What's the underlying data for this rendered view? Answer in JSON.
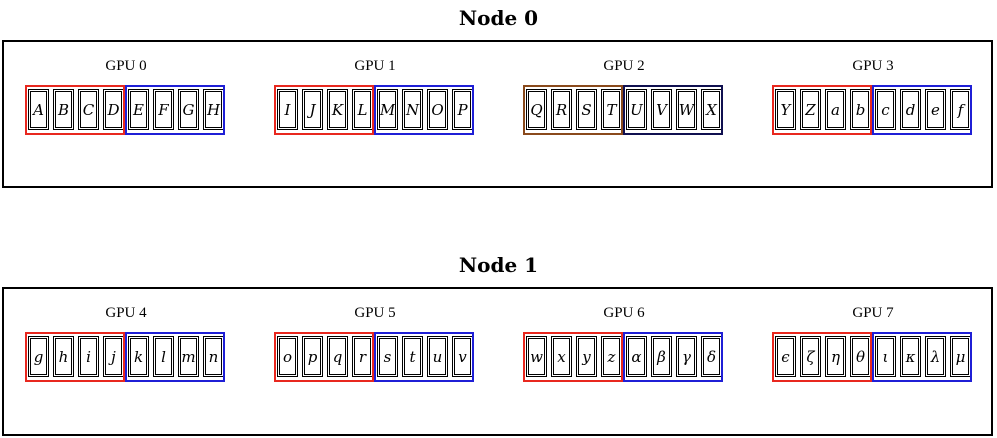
{
  "colors": {
    "left_group": "#e8281f",
    "right_group": "#1f1fd6",
    "gpu2_left_group": "#8a4a1c",
    "gpu2_right_group": "#101050",
    "frame": "#000000"
  },
  "nodes": [
    {
      "title": "Node 0",
      "gpus": [
        {
          "label": "GPU 0",
          "cells": [
            "A",
            "B",
            "C",
            "D",
            "E",
            "F",
            "G",
            "H"
          ]
        },
        {
          "label": "GPU 1",
          "cells": [
            "I",
            "J",
            "K",
            "L",
            "M",
            "N",
            "O",
            "P"
          ]
        },
        {
          "label": "GPU 2",
          "cells": [
            "Q",
            "R",
            "S",
            "T",
            "U",
            "V",
            "W",
            "X"
          ]
        },
        {
          "label": "GPU 3",
          "cells": [
            "Y",
            "Z",
            "a",
            "b",
            "c",
            "d",
            "e",
            "f"
          ]
        }
      ]
    },
    {
      "title": "Node 1",
      "gpus": [
        {
          "label": "GPU 4",
          "cells": [
            "g",
            "h",
            "i",
            "j",
            "k",
            "l",
            "m",
            "n"
          ]
        },
        {
          "label": "GPU 5",
          "cells": [
            "o",
            "p",
            "q",
            "r",
            "s",
            "t",
            "u",
            "v"
          ]
        },
        {
          "label": "GPU 6",
          "cells": [
            "w",
            "x",
            "y",
            "z",
            "α",
            "β",
            "γ",
            "δ"
          ]
        },
        {
          "label": "GPU 7",
          "cells": [
            "ϵ",
            "ζ",
            "η",
            "θ",
            "ι",
            "κ",
            "λ",
            "μ"
          ]
        }
      ]
    }
  ]
}
